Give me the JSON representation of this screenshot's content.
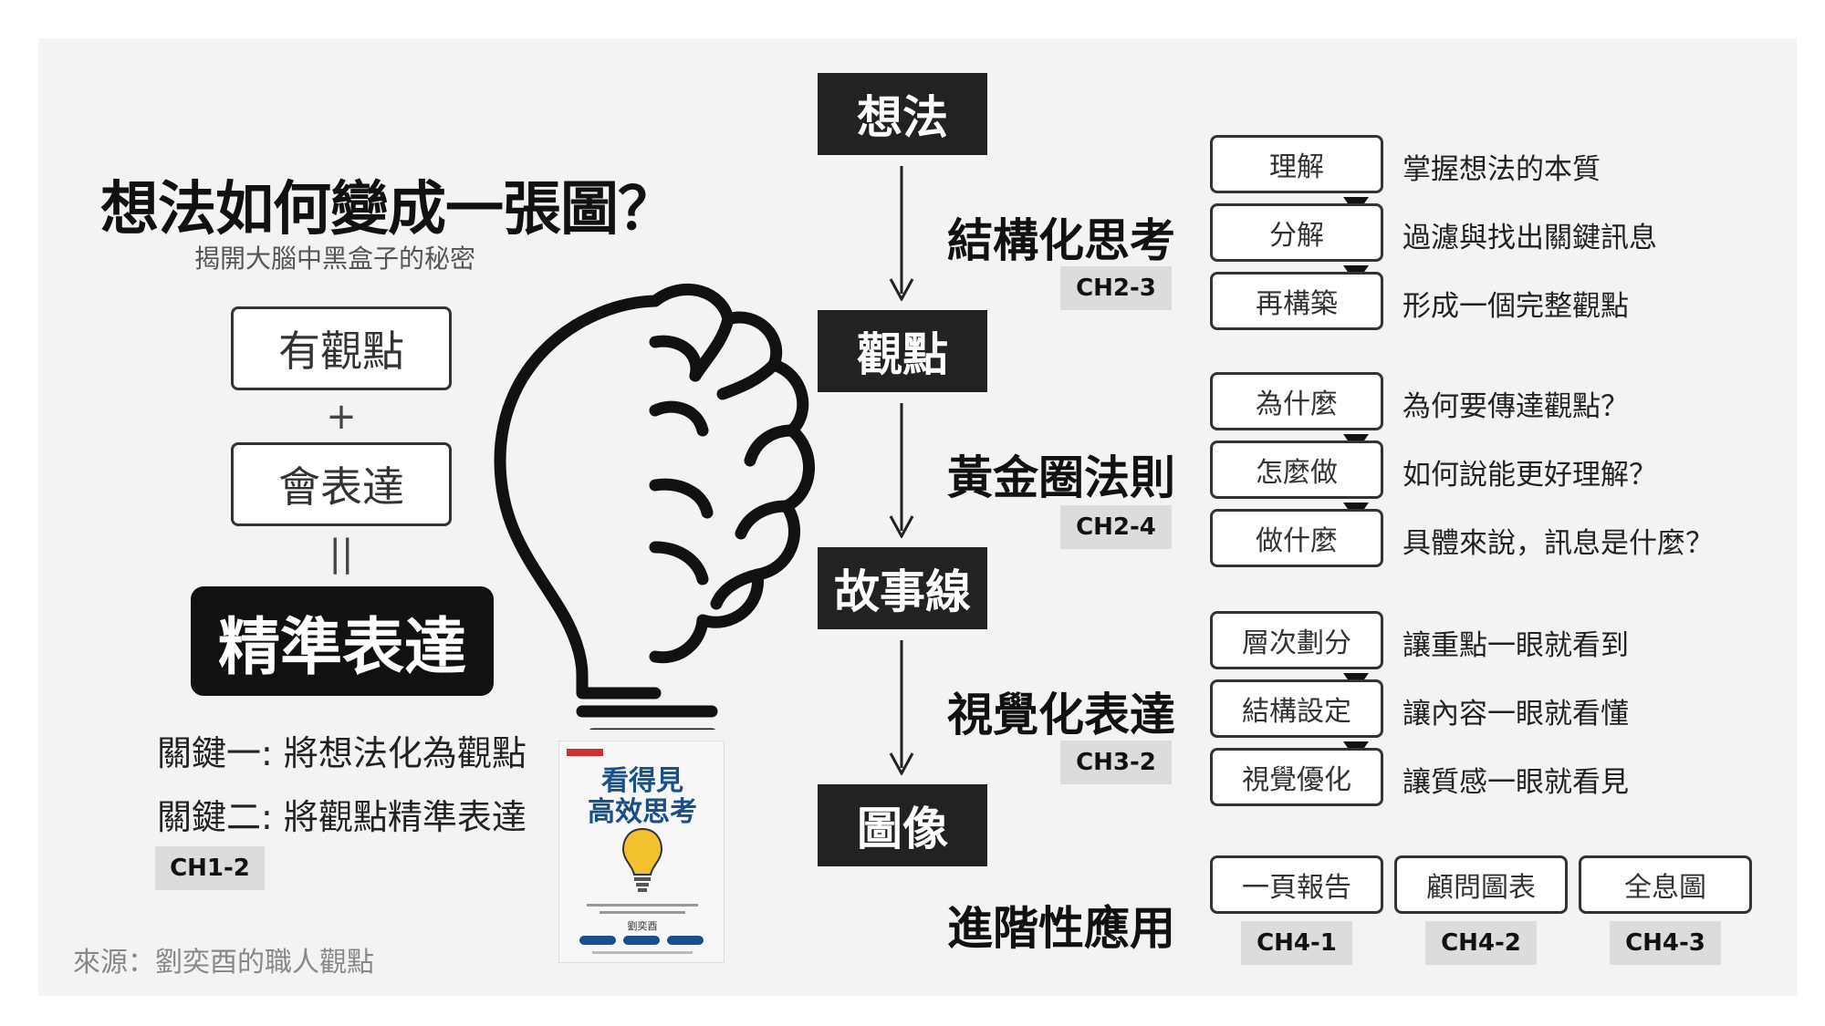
{
  "left": {
    "title": "想法如何變成一張圖？",
    "subtitle": "揭開大腦中黑盒子的秘密",
    "box1": "有觀點",
    "plus": "+",
    "box2": "會表達",
    "equals": "||",
    "result": "精準表達",
    "key1": "關鍵一:  將想法化為觀點",
    "key2": "關鍵二:  將觀點精準表達",
    "chapter": "CH1-2",
    "source": "來源：劉奕酉的職人觀點"
  },
  "book": {
    "title_line1": "看得見",
    "title_line2": "高效思考",
    "author": "劉奕酉"
  },
  "flow": {
    "stages": [
      "想法",
      "觀點",
      "故事線",
      "圖像"
    ],
    "methods": [
      {
        "name": "結構化思考",
        "chapter": "CH2-3"
      },
      {
        "name": "黃金圈法則",
        "chapter": "CH2-4"
      },
      {
        "name": "視覺化表達",
        "chapter": "CH3-2"
      },
      {
        "name": "進階性應用"
      }
    ]
  },
  "steps": [
    {
      "label": "理解",
      "desc": "掌握想法的本質"
    },
    {
      "label": "分解",
      "desc": "過濾與找出關鍵訊息"
    },
    {
      "label": "再構築",
      "desc": "形成一個完整觀點"
    },
    {
      "label": "為什麼",
      "desc": "為何要傳達觀點？"
    },
    {
      "label": "怎麼做",
      "desc": "如何說能更好理解？"
    },
    {
      "label": "做什麼",
      "desc": "具體來說，訊息是什麼？"
    },
    {
      "label": "層次劃分",
      "desc": "讓重點一眼就看到"
    },
    {
      "label": "結構設定",
      "desc": "讓內容一眼就看懂"
    },
    {
      "label": "視覺優化",
      "desc": "讓質感一眼就看見"
    }
  ],
  "advanced": [
    {
      "label": "一頁報告",
      "chapter": "CH4-1"
    },
    {
      "label": "顧問圖表",
      "chapter": "CH4-2"
    },
    {
      "label": "全息圖",
      "chapter": "CH4-3"
    }
  ]
}
